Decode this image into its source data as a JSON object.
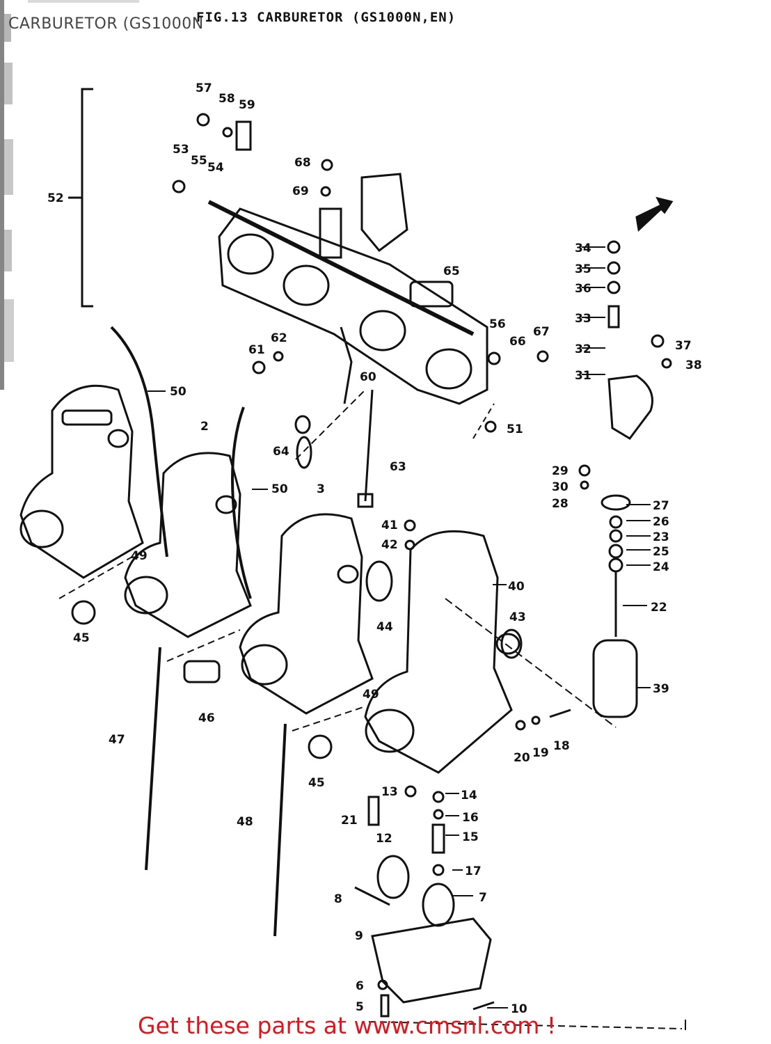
{
  "page_title": "CARBURETOR (GS1000N",
  "figure_title": "FIG.13  CARBURETOR (GS1000N,EN)",
  "footer_link_text": "Get these parts at www.cmsnl.com !",
  "colors": {
    "ink": "#111111",
    "link": "#e0141b",
    "background": "#ffffff"
  },
  "part_numbers": [
    "2",
    "3",
    "5",
    "6",
    "7",
    "8",
    "9",
    "10",
    "12",
    "13",
    "14",
    "15",
    "16",
    "17",
    "18",
    "19",
    "20",
    "21",
    "22",
    "23",
    "24",
    "25",
    "26",
    "27",
    "28",
    "29",
    "30",
    "31",
    "32",
    "33",
    "34",
    "35",
    "36",
    "37",
    "38",
    "39",
    "40",
    "41",
    "42",
    "43",
    "44",
    "45",
    "46",
    "47",
    "48",
    "49",
    "50",
    "51",
    "52",
    "53",
    "54",
    "55",
    "56",
    "57",
    "58",
    "59",
    "60",
    "61",
    "62",
    "63",
    "64",
    "65",
    "66",
    "67",
    "68",
    "69"
  ]
}
